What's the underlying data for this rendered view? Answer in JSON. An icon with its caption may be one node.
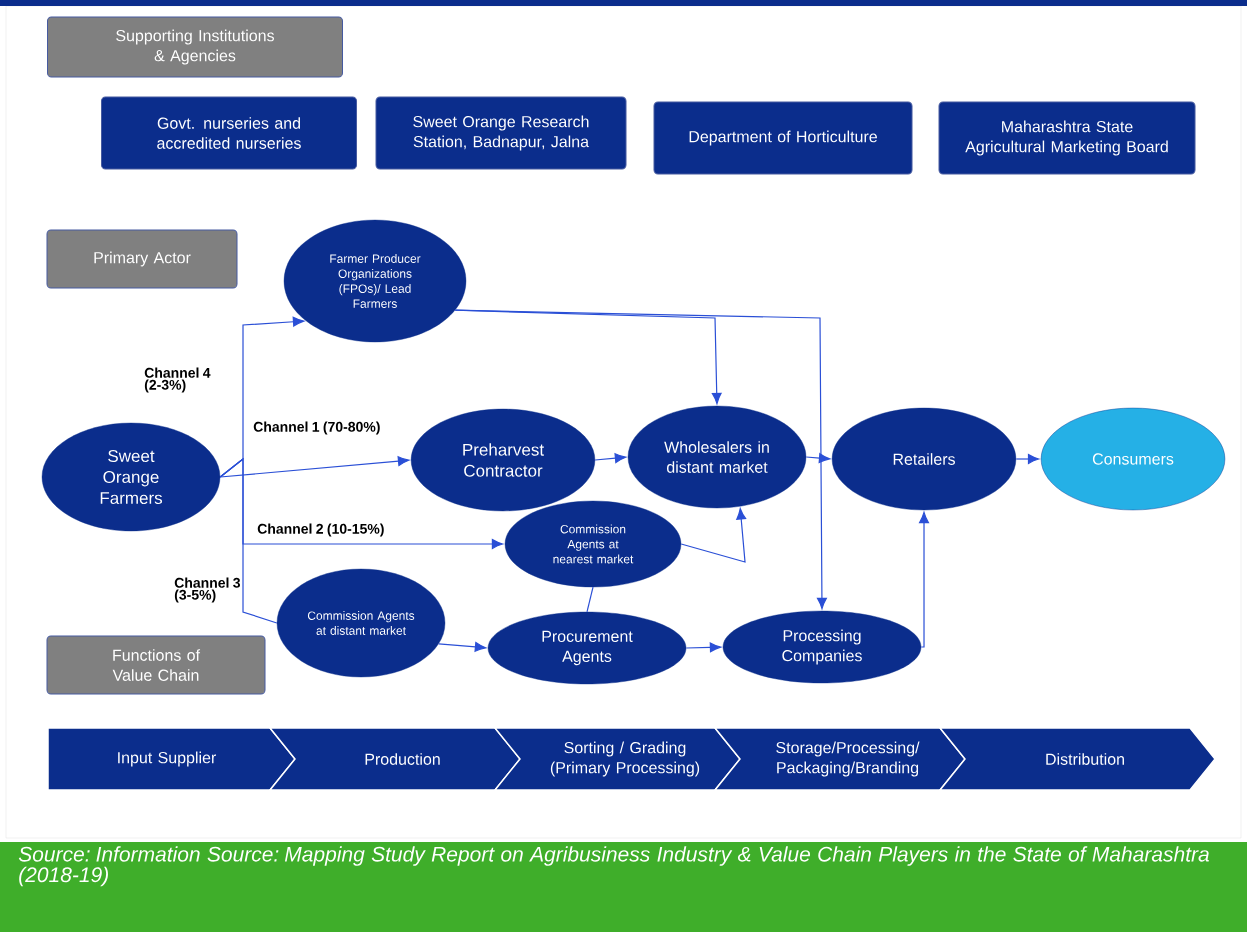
{
  "diagram": {
    "caption": "Source: Information Source: Mapping Study Report on Agribusiness Industry & Value Chain Players in the State of Maharashtra (2018-19)",
    "nodes": [
      {
        "text": [
          "Supporting Institutions & Agencies"
        ]
      },
      {
        "text": [
          "Govt. nurseries and accredited nurseries"
        ]
      },
      {
        "text": [
          "Sweet Orange Research Station, Badnapur, Jalna"
        ]
      },
      {
        "text": [
          "Department of Horticulture"
        ]
      },
      {
        "text": [
          "Maharashtra State Agricultural Marketing Board"
        ]
      },
      {
        "text": [
          "Primary Actor"
        ]
      },
      {
        "text": [
          "Farmer Producer Organizations (FPOs)/ Lead Farmers"
        ]
      },
      {
        "text": [
          "Sweet Orange Farmers"
        ]
      },
      {
        "text": [
          "Preharvest Contractor"
        ]
      },
      {
        "text": [
          "Wholesalers in distant market"
        ]
      },
      {
        "text": [
          "Commission Agents at nearest market"
        ]
      },
      {
        "text": [
          "Retailers"
        ]
      },
      {
        "text": [
          "Consumers"
        ]
      },
      {
        "text": [
          "Commission Agents at distant market"
        ]
      },
      {
        "text": [
          "Procurement Agents"
        ]
      },
      {
        "text": [
          "Processing Companies"
        ]
      },
      {
        "text": [
          "Functions of Value Chain"
        ]
      },
      {
        "text": [
          "Input Supplier"
        ]
      },
      {
        "text": [
          "Production"
        ]
      },
      {
        "text": [
          "Sorting / Grading (Primary Processing)"
        ]
      },
      {
        "text": [
          "Storage/Processing/ Packaging/Branding"
        ]
      },
      {
        "text": [
          "Distribution"
        ]
      }
    ],
    "edges": [
      {
        "from": 7,
        "to": 6,
        "arrow": "to",
        "label": "Channel 4 (2-3%)"
      },
      {
        "from": 7,
        "to": 8,
        "arrow": "to",
        "label": "Channel 1 (70-80%)"
      },
      {
        "from": 7,
        "to": 10,
        "arrow": "to",
        "label": "Channel 2 (10-15%)"
      },
      {
        "from": 7,
        "to": 13,
        "arrow": "none",
        "label": "Channel 3 (3-5%)"
      },
      {
        "from": 8,
        "to": 9,
        "arrow": "to"
      },
      {
        "from": 6,
        "to": 9,
        "arrow": "to"
      },
      {
        "from": 6,
        "to": 15,
        "arrow": "to"
      },
      {
        "from": 9,
        "to": 11,
        "arrow": "to"
      },
      {
        "from": 11,
        "to": 12,
        "arrow": "to"
      },
      {
        "from": 10,
        "to": 9,
        "arrow": "to"
      },
      {
        "from": 10,
        "to": 14,
        "arrow": "none"
      },
      {
        "from": 13,
        "to": 14,
        "arrow": "to"
      },
      {
        "from": 14,
        "to": 15,
        "arrow": "to"
      },
      {
        "from": 15,
        "to": 11,
        "arrow": "to"
      }
    ]
  }
}
